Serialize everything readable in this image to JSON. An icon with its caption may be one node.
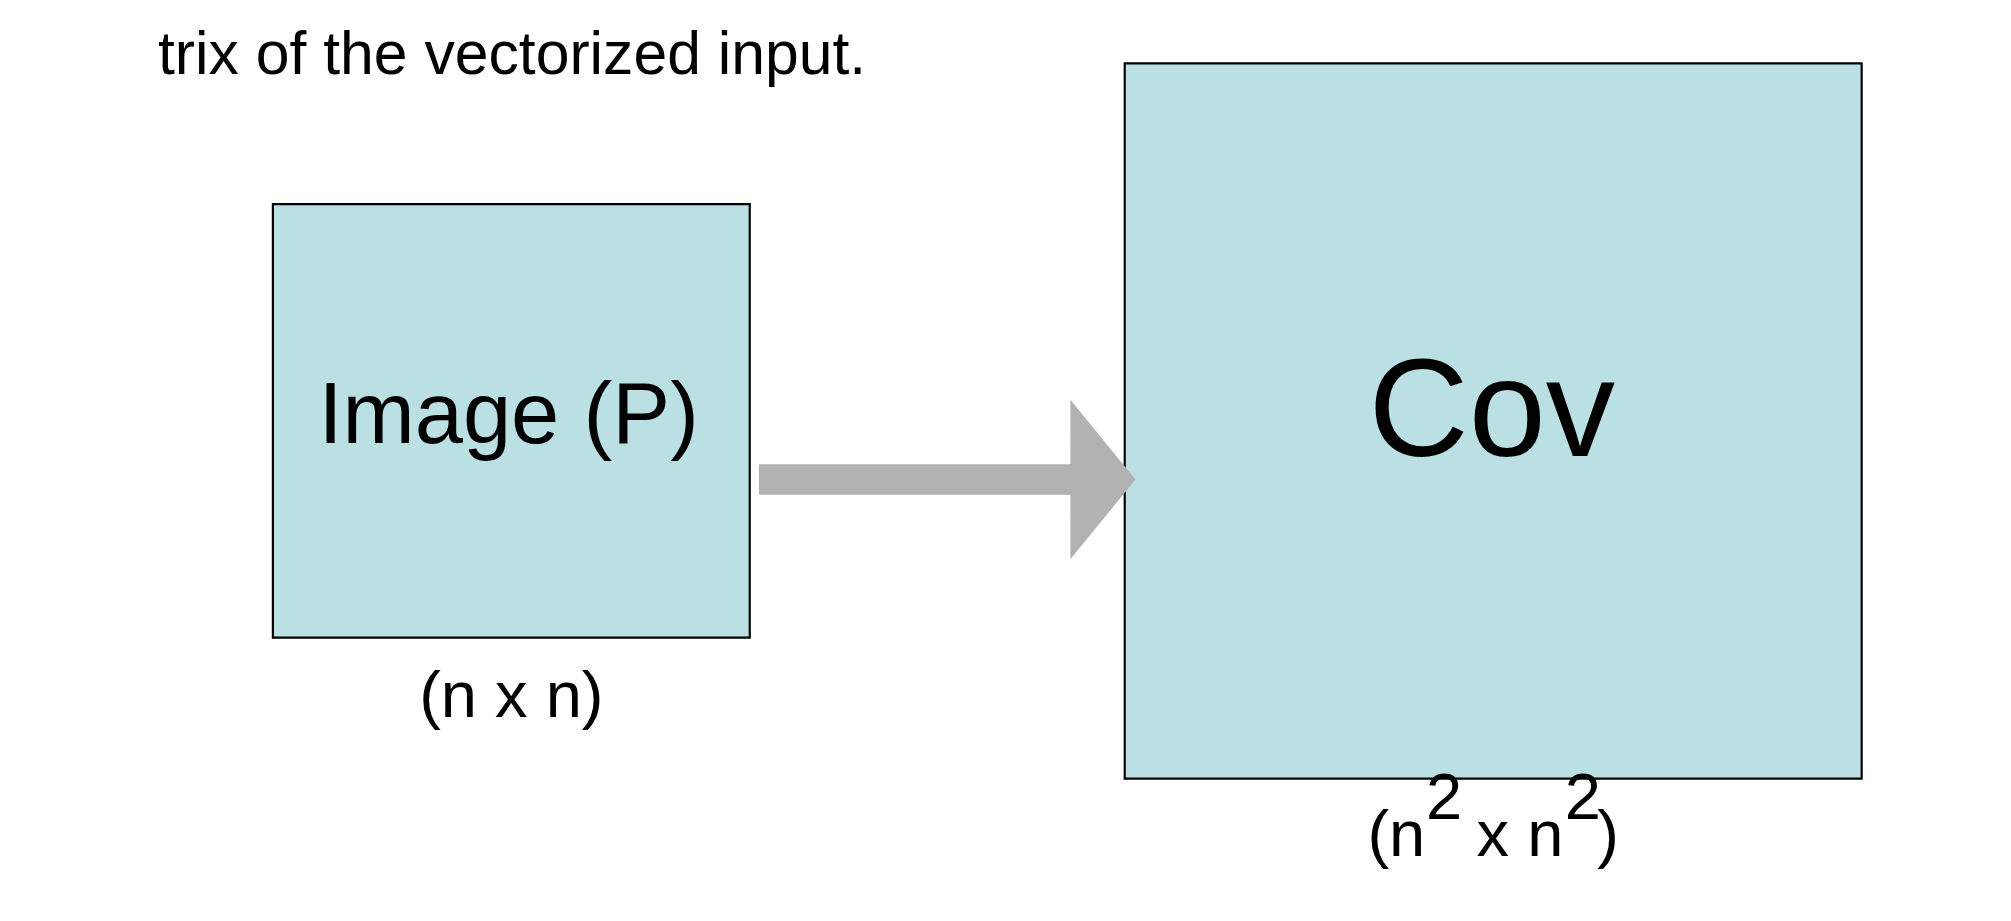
{
  "diagram": {
    "nodes": [
      {
        "text": [
          "Image (P)"
        ],
        "beside": [
          "(n x n)"
        ]
      },
      {
        "text": [
          "Cov"
        ],
        "beside": [
          "(n$^{2}$ x n$^{2}$)"
        ]
      }
    ],
    "edges": [
      {
        "from": 0,
        "to": 1,
        "arrow": "to",
        "color": "#b2b2b2"
      }
    ],
    "labels": [
      "trix of the vectorized input."
    ]
  }
}
